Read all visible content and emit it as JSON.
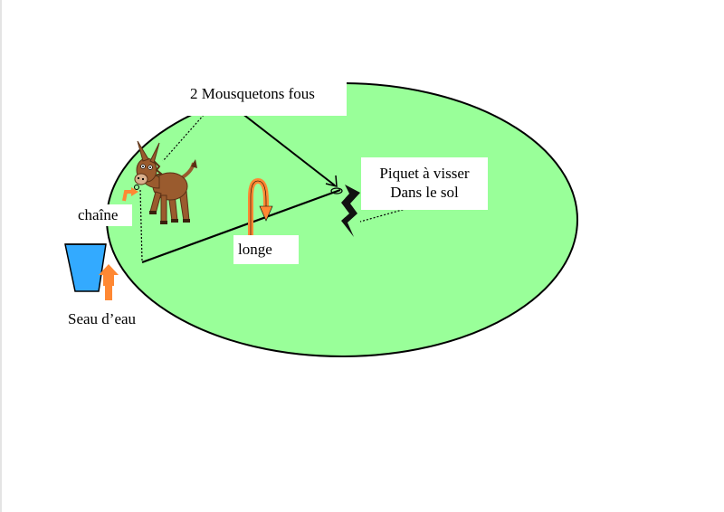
{
  "labels": {
    "mousquetons": "2 Mousquetons fous",
    "piquet_line1": "Piquet à visser",
    "piquet_line2": "Dans le sol",
    "chaine": "chaîne",
    "longe": "longe",
    "seau": "Seau d’eau"
  },
  "colors": {
    "field": "#99ff99",
    "field_stroke": "#000000",
    "bucket": "#33aaff",
    "arrow": "#ff8833",
    "donkey_body": "#9a5b2e",
    "donkey_dark": "#5a3015",
    "stake": "#111111"
  },
  "icons": {
    "donkey": "donkey-icon",
    "bucket": "bucket-icon",
    "stake": "stake-icon",
    "rotation_arrow": "rotation-arrow-icon",
    "up_arrow": "up-arrow-icon"
  }
}
